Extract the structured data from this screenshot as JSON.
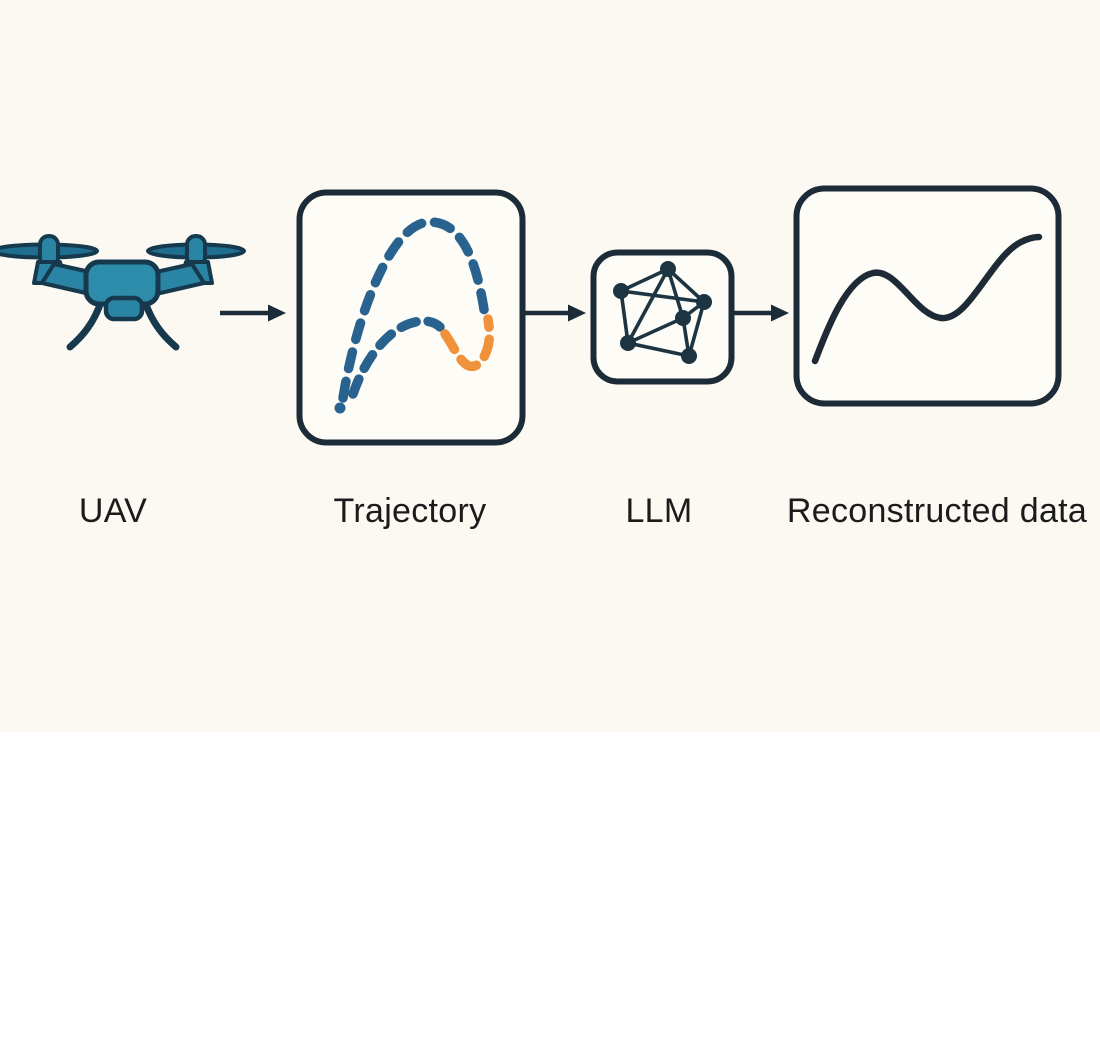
{
  "pipeline": {
    "description": "UAV trajectory data reconstructed by an LLM",
    "flow": "UAV -> Trajectory -> LLM -> Reconstructed data",
    "stages": [
      {
        "label": "UAV",
        "icon": "drone-icon"
      },
      {
        "label": "Trajectory",
        "icon": "dashed-trajectory-curves-icon"
      },
      {
        "label": "LLM",
        "icon": "network-graph-icon"
      },
      {
        "label": "Reconstructed data",
        "icon": "smooth-wave-curve-icon"
      }
    ],
    "colors": {
      "background_cream": "#FBF9F2",
      "background_white": "#FFFFFF",
      "panel_fill": "#FDFCF6",
      "outline_dark": "#1C2B38",
      "trajectory_blue": "#2A628F",
      "trajectory_orange": "#F0913C",
      "drone_body_teal": "#2E8CAB",
      "drone_blade_teal": "#1F6E8F",
      "drone_accent_teal": "#2A84A4",
      "drone_outline": "#16394E",
      "label_text": "#1B1B1C"
    }
  }
}
